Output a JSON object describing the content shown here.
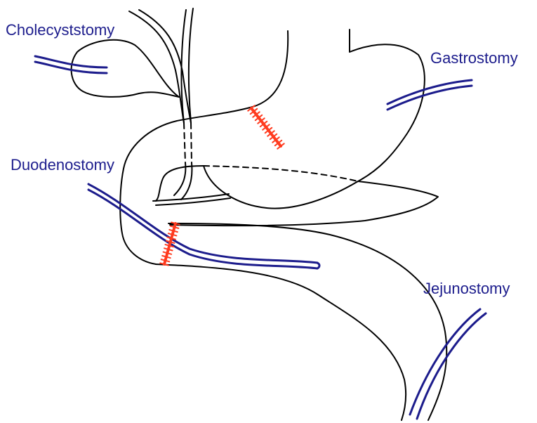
{
  "labels": {
    "cholecystostomy": "Cholecyststomy",
    "gastrostomy": "Gastrostomy",
    "duodenostomy": "Duodenostomy",
    "jejunostomy": "Jejunostomy"
  },
  "colors": {
    "outline": "#000000",
    "tube": "#1c1c8c",
    "suture": "#ff3b1f",
    "label": "#1c1c8c"
  }
}
